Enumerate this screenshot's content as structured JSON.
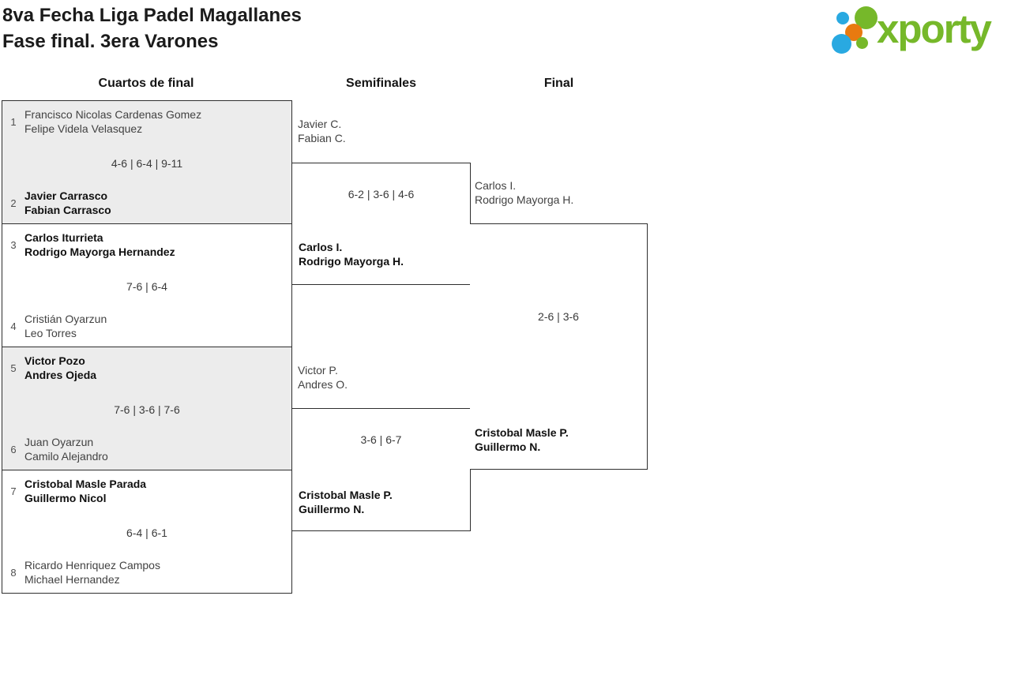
{
  "header": {
    "title_line1": "8va Fecha Liga Padel Magallanes",
    "title_line2": "Fase final. 3era Varones",
    "logo_text": "xporty",
    "logo_colors": {
      "green": "#76b82a",
      "blue": "#29a9e1",
      "orange": "#e87a10"
    }
  },
  "rounds": [
    "Cuartos de final",
    "Semifinales",
    "Final"
  ],
  "bracket": {
    "quarterfinals": [
      {
        "seed_top": "1",
        "top_team": [
          "Francisco Nicolas Cardenas Gomez",
          "Felipe Videla Velasquez"
        ],
        "score": "4-6 | 6-4 | 9-11",
        "seed_bottom": "2",
        "bottom_team": [
          "Javier Carrasco",
          "Fabian Carrasco"
        ],
        "winner": "bottom"
      },
      {
        "seed_top": "3",
        "top_team": [
          "Carlos Iturrieta",
          "Rodrigo Mayorga Hernandez"
        ],
        "score": "7-6 | 6-4",
        "seed_bottom": "4",
        "bottom_team": [
          "Cristián Oyarzun",
          "Leo Torres"
        ],
        "winner": "top"
      },
      {
        "seed_top": "5",
        "top_team": [
          "Victor Pozo",
          "Andres Ojeda"
        ],
        "score": "7-6 | 3-6 | 7-6",
        "seed_bottom": "6",
        "bottom_team": [
          "Juan Oyarzun",
          "Camilo Alejandro"
        ],
        "winner": "top"
      },
      {
        "seed_top": "7",
        "top_team": [
          "Cristobal Masle Parada",
          "Guillermo Nicol"
        ],
        "score": "6-4 | 6-1",
        "seed_bottom": "8",
        "bottom_team": [
          "Ricardo Henriquez Campos",
          "Michael Hernandez"
        ],
        "winner": "top"
      }
    ],
    "semifinals": [
      {
        "top_team": [
          "Javier C.",
          "Fabian C."
        ],
        "score": "6-2 | 3-6 | 4-6",
        "bottom_team": [
          "Carlos I.",
          "Rodrigo Mayorga H."
        ],
        "winner": "bottom"
      },
      {
        "top_team": [
          "Victor P.",
          "Andres O."
        ],
        "score": "3-6 | 6-7",
        "bottom_team": [
          "Cristobal Masle P.",
          "Guillermo N."
        ],
        "winner": "bottom"
      }
    ],
    "final": {
      "top_team": [
        "Carlos I.",
        "Rodrigo Mayorga H."
      ],
      "score": "2-6 | 3-6",
      "bottom_team": [
        "Cristobal Masle P.",
        "Guillermo N."
      ],
      "winner": "bottom"
    }
  }
}
